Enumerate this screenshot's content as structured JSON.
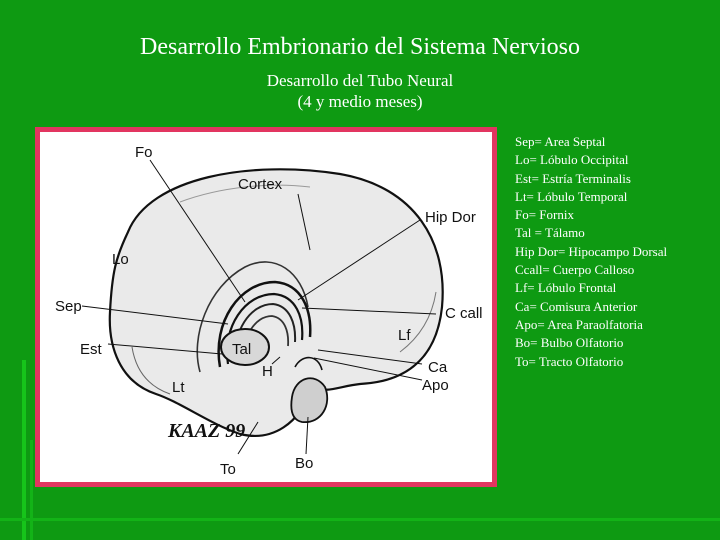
{
  "slide": {
    "title": "Desarrollo Embrionario del Sistema Nervioso",
    "subtitle_line1": "Desarrollo del Tubo Neural",
    "subtitle_line2": "(4 y medio meses)"
  },
  "colors": {
    "background": "#0e9a12",
    "figure_border": "#e23560",
    "text": "#ffffff"
  },
  "figure": {
    "labels": {
      "fo": "Fo",
      "cortex": "Cortex",
      "hip_dor": "Hip Dor",
      "lo": "Lo",
      "sep": "Sep",
      "c_call": "C call",
      "lf": "Lf",
      "est": "Est",
      "tal": "Tal",
      "h": "H",
      "ca": "Ca",
      "apo": "Apo",
      "lt": "Lt",
      "to": "To",
      "bo": "Bo"
    },
    "signature": "KAAZ 99"
  },
  "legend": [
    "Sep= Area Septal",
    "Lo= Lóbulo Occipital",
    "Est= Estría Terminalis",
    "Lt= Lóbulo Temporal",
    "Fo= Fornix",
    "Tal = Tálamo",
    "Hip Dor= Hipocampo Dorsal",
    "Ccall= Cuerpo Calloso",
    "Lf= Lóbulo Frontal",
    "Ca= Comisura Anterior",
    "Apo= Area Paraolfatoria",
    "Bo= Bulbo Olfatorio",
    "To= Tracto Olfatorio"
  ]
}
